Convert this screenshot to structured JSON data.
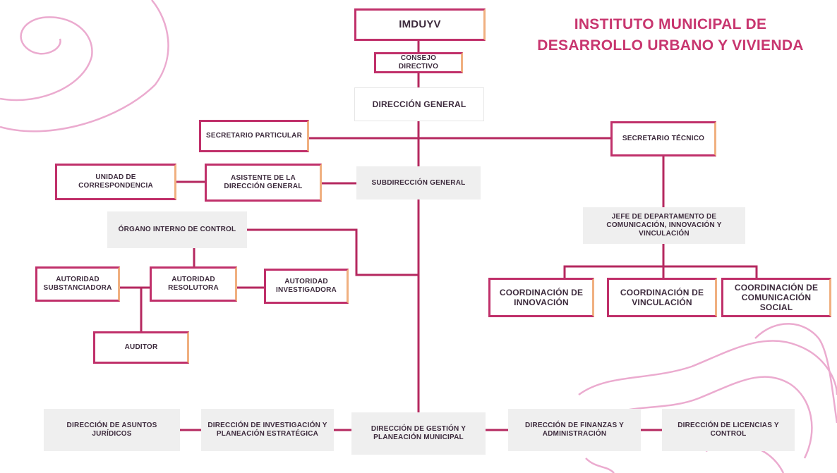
{
  "title": {
    "line1": "INSTITUTO MUNICIPAL DE",
    "line2": "DESARROLLO URBANO Y VIVIENDA"
  },
  "colors": {
    "accent": "#c8366f",
    "box_border": "#c0306a",
    "box_border_fade": "#f0b080",
    "connector": "#b5285f",
    "decoration": "#e58fc0"
  },
  "nodes": {
    "imduyv": "IMDUyV",
    "consejo": "CONSEJO DIRECTIVO",
    "direccion_general": "DIRECCIÓN GENERAL",
    "secretario_particular": "SECRETARIO PARTICULAR",
    "secretario_tecnico": "SECRETARIO TÉCNICO",
    "unidad_correspondencia": "UNIDAD DE CORRESPONDENCIA",
    "asistente": "ASISTENTE DE LA DIRECCIÓN GENERAL",
    "subdireccion": "SUBDIRECCIÓN GENERAL",
    "jefe_departamento": "JEFE DE DEPARTAMENTO DE COMUNICACIÓN, INNOVACIÓN Y VINCULACIÓN",
    "organo_interno": "ÓRGANO INTERNO DE CONTROL",
    "autoridad_substanciadora": "AUTORIDAD SUBSTANCIADORA",
    "autoridad_resolutora": "AUTORIDAD RESOLUTORA",
    "autoridad_investigadora": "AUTORIDAD INVESTIGADORA",
    "auditor": "AUDITOR",
    "coord_innovacion": "COORDINACIÓN DE INNOVACIÓN",
    "coord_vinculacion": "COORDINACIÓN DE VINCULACIÓN",
    "coord_comunicacion": "COORDINACIÓN DE COMUNICACIÓN SOCIAL",
    "dir_asuntos": "DIRECCIÓN DE ASUNTOS JURÍDICOS",
    "dir_investigacion": "DIRECCIÓN DE INVESTIGACIÓN Y PLANEACIÓN ESTRATÉGICA",
    "dir_gestion": "DIRECCIÓN DE GESTIÓN Y PLANEACIÓN MUNICIPAL",
    "dir_finanzas": "DIRECCIÓN DE FINANZAS Y ADMINISTRACIÓN",
    "dir_licencias": "DIRECCIÓN DE LICENCIAS Y CONTROL"
  }
}
